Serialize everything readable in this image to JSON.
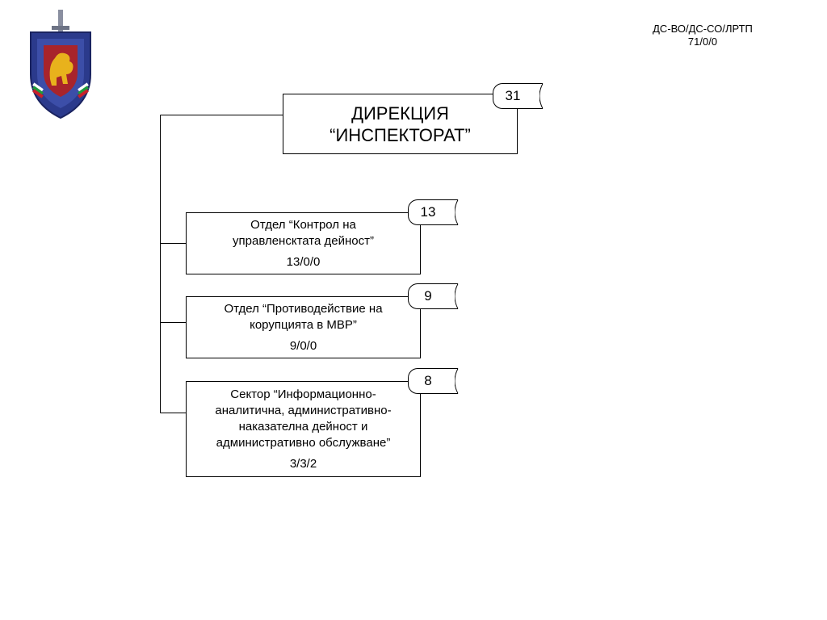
{
  "header": {
    "emblem_text": [
      "",
      ""
    ],
    "code_line1": "ДС-ВО/ДС-СО/ЛРТП",
    "code_line2": "71/0/0"
  },
  "directorate": {
    "line1": "ДИРЕКЦИЯ",
    "line2": "“ИНСПЕКТОРАТ”",
    "count": "31"
  },
  "units": [
    {
      "lines": [
        "Отдел “Контрол на",
        "управленсктата дейност”"
      ],
      "code": "13/0/0",
      "count": "13"
    },
    {
      "lines": [
        "Отдел “Противодействие на",
        "корупцията в МВР”"
      ],
      "code": "9/0/0",
      "count": "9"
    },
    {
      "lines": [
        "Сектор “Информационно-",
        "аналитична, административно-",
        "наказателна дейност и",
        "административно обслужване”"
      ],
      "code": "3/3/2",
      "count": "8"
    }
  ],
  "colors": {
    "emblem_blue": "#2b3a8c",
    "emblem_red": "#a8242b",
    "emblem_gold": "#e8b21c",
    "line": "#000000"
  }
}
